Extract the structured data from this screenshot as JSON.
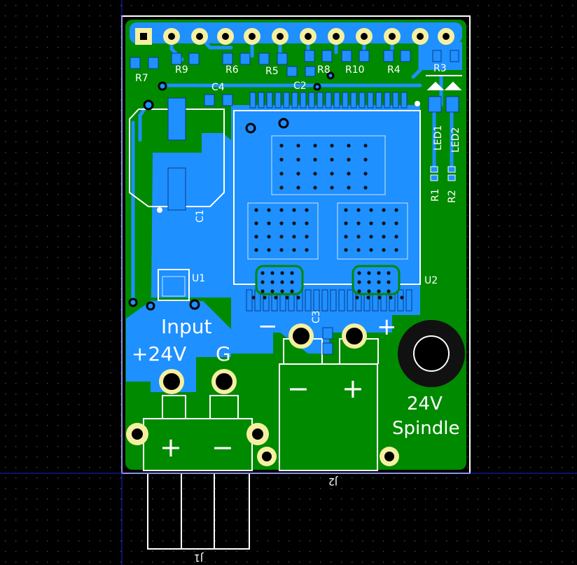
{
  "board": {
    "colors": {
      "background": "#000000",
      "grid_dot": "#4a4a4a",
      "board_outline": "#ffffff",
      "copper_fill": "#008a00",
      "copper_top": "#1e90ff",
      "silkscreen": "#ffffff",
      "pad": "#f5f0a0",
      "drill": "#000000",
      "cursor_line": "#2020d0"
    },
    "labels": {
      "r7": "R7",
      "r9": "R9",
      "r6": "R6",
      "r5": "R5",
      "r8": "R8",
      "r10": "R10",
      "r4": "R4",
      "r3": "R3",
      "c4": "C4",
      "c2": "C2",
      "c1": "C1",
      "c3": "C3",
      "u1": "U1",
      "u2": "U2",
      "led1": "LED1",
      "led2": "LED2",
      "r1": "R1",
      "r2": "R2",
      "j1": "J1",
      "j2": "J2"
    },
    "text": {
      "input_title": "Input",
      "input_voltage": "+24V",
      "input_ground": "G",
      "minus_left": "−",
      "plus_right": "+",
      "plus_j1": "+",
      "minus_j1": "−",
      "minus_j2": "−",
      "plus_j2": "+",
      "spindle_voltage": "24V",
      "spindle_label": "Spindle"
    }
  }
}
